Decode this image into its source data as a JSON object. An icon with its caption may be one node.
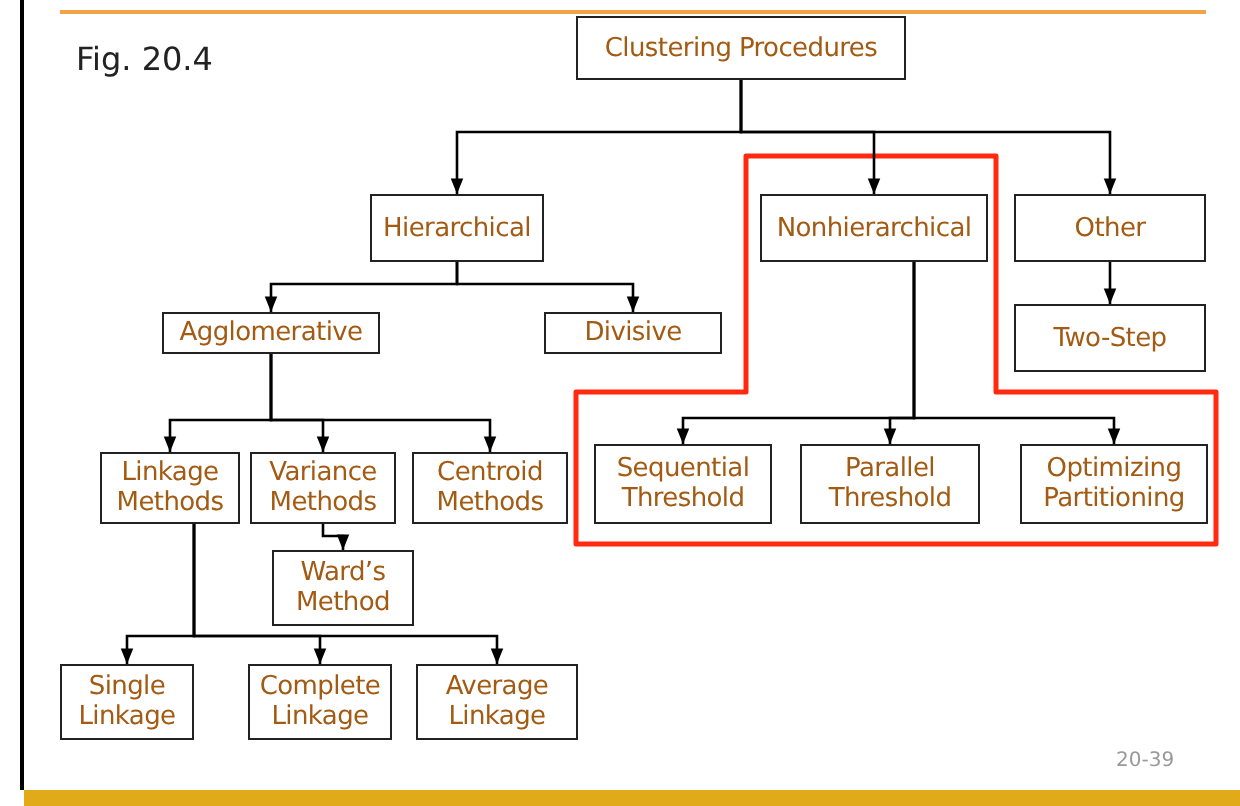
{
  "diagram": {
    "nodes": [
      {
        "text": [
          "Clustering Procedures"
        ]
      },
      {
        "text": [
          "Hierarchical"
        ]
      },
      {
        "text": [
          "Nonhierarchical"
        ]
      },
      {
        "text": [
          "Other"
        ]
      },
      {
        "text": [
          "Agglomerative"
        ]
      },
      {
        "text": [
          "Divisive"
        ]
      },
      {
        "text": [
          "Two-Step"
        ]
      },
      {
        "text": [
          "Linkage Methods"
        ]
      },
      {
        "text": [
          "Variance Methods"
        ]
      },
      {
        "text": [
          "Centroid Methods"
        ]
      },
      {
        "text": [
          "Ward’s Method"
        ]
      },
      {
        "text": [
          "Sequential Threshold"
        ]
      },
      {
        "text": [
          "Parallel Threshold"
        ]
      },
      {
        "text": [
          "Optimizing Partitioning"
        ]
      },
      {
        "text": [
          "Single Linkage"
        ]
      },
      {
        "text": [
          "Complete Linkage"
        ]
      },
      {
        "text": [
          "Average Linkage"
        ]
      }
    ],
    "edges": [
      {
        "from": 0,
        "to": 1,
        "arrow": "to"
      },
      {
        "from": 0,
        "to": 2,
        "arrow": "to"
      },
      {
        "from": 0,
        "to": 3,
        "arrow": "to"
      },
      {
        "from": 1,
        "to": 4,
        "arrow": "to"
      },
      {
        "from": 1,
        "to": 5,
        "arrow": "to"
      },
      {
        "from": 3,
        "to": 6,
        "arrow": "to"
      },
      {
        "from": 4,
        "to": 7,
        "arrow": "to"
      },
      {
        "from": 4,
        "to": 8,
        "arrow": "to"
      },
      {
        "from": 4,
        "to": 9,
        "arrow": "to"
      },
      {
        "from": 8,
        "to": 10,
        "arrow": "to"
      },
      {
        "from": 2,
        "to": 11,
        "arrow": "to"
      },
      {
        "from": 2,
        "to": 12,
        "arrow": "to"
      },
      {
        "from": 2,
        "to": 13,
        "arrow": "to"
      },
      {
        "from": 7,
        "to": 14,
        "arrow": "to"
      },
      {
        "from": 7,
        "to": 15,
        "arrow": "to"
      },
      {
        "from": 7,
        "to": 16,
        "arrow": "to"
      }
    ],
    "labels": [
      "Fig. 20.4",
      "20-39"
    ]
  }
}
